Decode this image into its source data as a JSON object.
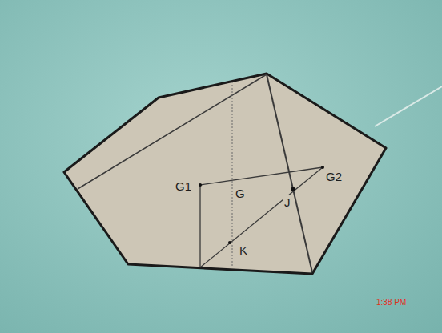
{
  "diagram": {
    "labels": [
      "G1",
      "G",
      "G2",
      "J",
      "K",
      "1:38 PM"
    ]
  }
}
